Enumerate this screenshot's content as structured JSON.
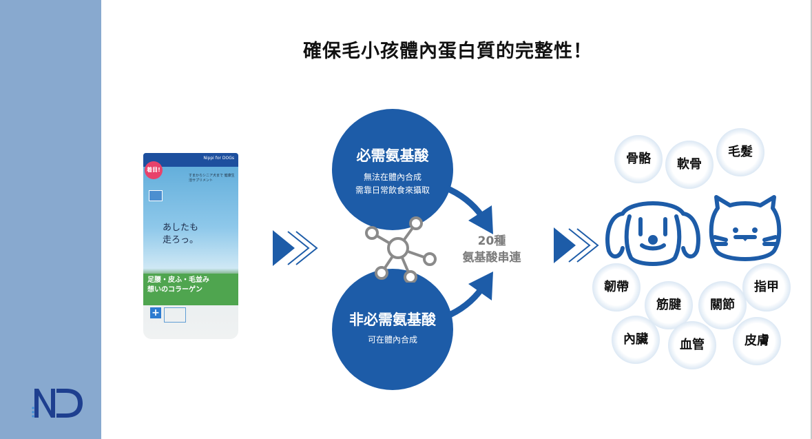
{
  "title": "確保毛小孩體內蛋白質的完整性！",
  "logo": {
    "text": "ND"
  },
  "product": {
    "top_label": "Nippi for DOGs",
    "badge": "着目!",
    "small_text": "すまからシニア犬まで 健康生活サプリメント",
    "headline_line1": "あしたも",
    "headline_line2": "走ろっ。",
    "green_line1": "足腰・皮ふ・毛並み",
    "green_line2": "想いのコラーゲン"
  },
  "essential": {
    "title": "必需氨基酸",
    "sub1": "無法在體內合成",
    "sub2": "需靠日常飲食來攝取"
  },
  "nonessential": {
    "title": "非必需氨基酸",
    "sub1": "可在體內合成"
  },
  "center": {
    "line1": "20種",
    "line2": "氨基酸串連"
  },
  "bubbles_top": [
    "骨骼",
    "軟骨",
    "毛髮"
  ],
  "bubbles_bottom": [
    "韌帶",
    "筋腱",
    "關節",
    "指甲",
    "內臟",
    "血管",
    "皮膚"
  ],
  "colors": {
    "sidebar": "#88a9cf",
    "primary": "#1d5ca8",
    "text": "#111111"
  }
}
